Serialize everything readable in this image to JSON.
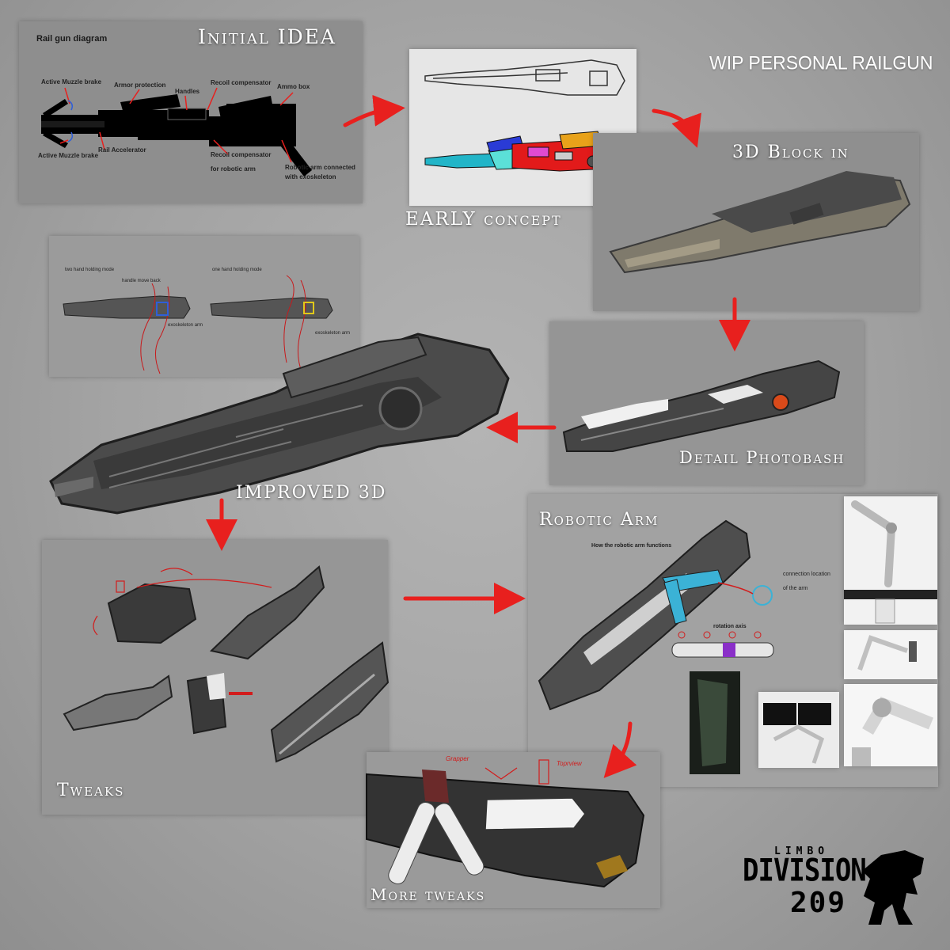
{
  "title": "WIP PERSONAL RAILGUN",
  "stages": {
    "initial_idea": "Initial IDEA",
    "early_concept": "EARLY concept",
    "block_in": "3D Block in",
    "detail_photobash": "Detail Photobash",
    "improved_3d": "IMPROVED 3D",
    "tweaks": "Tweaks",
    "robotic_arm": "Robotic Arm",
    "more_tweaks": "More tweaks"
  },
  "diagram": {
    "heading": "Rail gun diagram",
    "labels": {
      "active_muzzle_brake_top": "Active Muzzle brake",
      "armor_protection": "Armor protection",
      "handles": "Handles",
      "recoil_compensator": "Recoil compensator",
      "ammo_box": "Ammo box",
      "active_muzzle_brake_bottom": "Active Muzzle brake",
      "rail_accelerator": "Rail Accelerator",
      "recoil_compensator_arm_1": "Recoil compensator",
      "recoil_compensator_arm_2": "for robotic arm",
      "robotic_arm_1": "Robotic arm connected",
      "robotic_arm_2": "with exoskeleton"
    }
  },
  "holding_modes": {
    "two_hand": "two hand holding mode",
    "one_hand": "one hand holding mode",
    "handle_move_back": "handle move back",
    "exoskeleton_arm_1": "exoskeleton arm",
    "exoskeleton_arm_2": "exoskeleton arm"
  },
  "robotic_arm_panel": {
    "how": "How the robotic arm functions",
    "connection_1": "connection location",
    "connection_2": "of the arm",
    "rotation_axis": "rotation axis"
  },
  "more_tweaks_notes": {
    "note_left": "Grapper",
    "note_right": "Toprview"
  },
  "logo": {
    "limbo": "LIMBO",
    "division": "DIVISION",
    "number": "209"
  },
  "colors": {
    "arrow": "#e8201e",
    "caption": "#ffffff",
    "background": "#a6a6a6"
  }
}
